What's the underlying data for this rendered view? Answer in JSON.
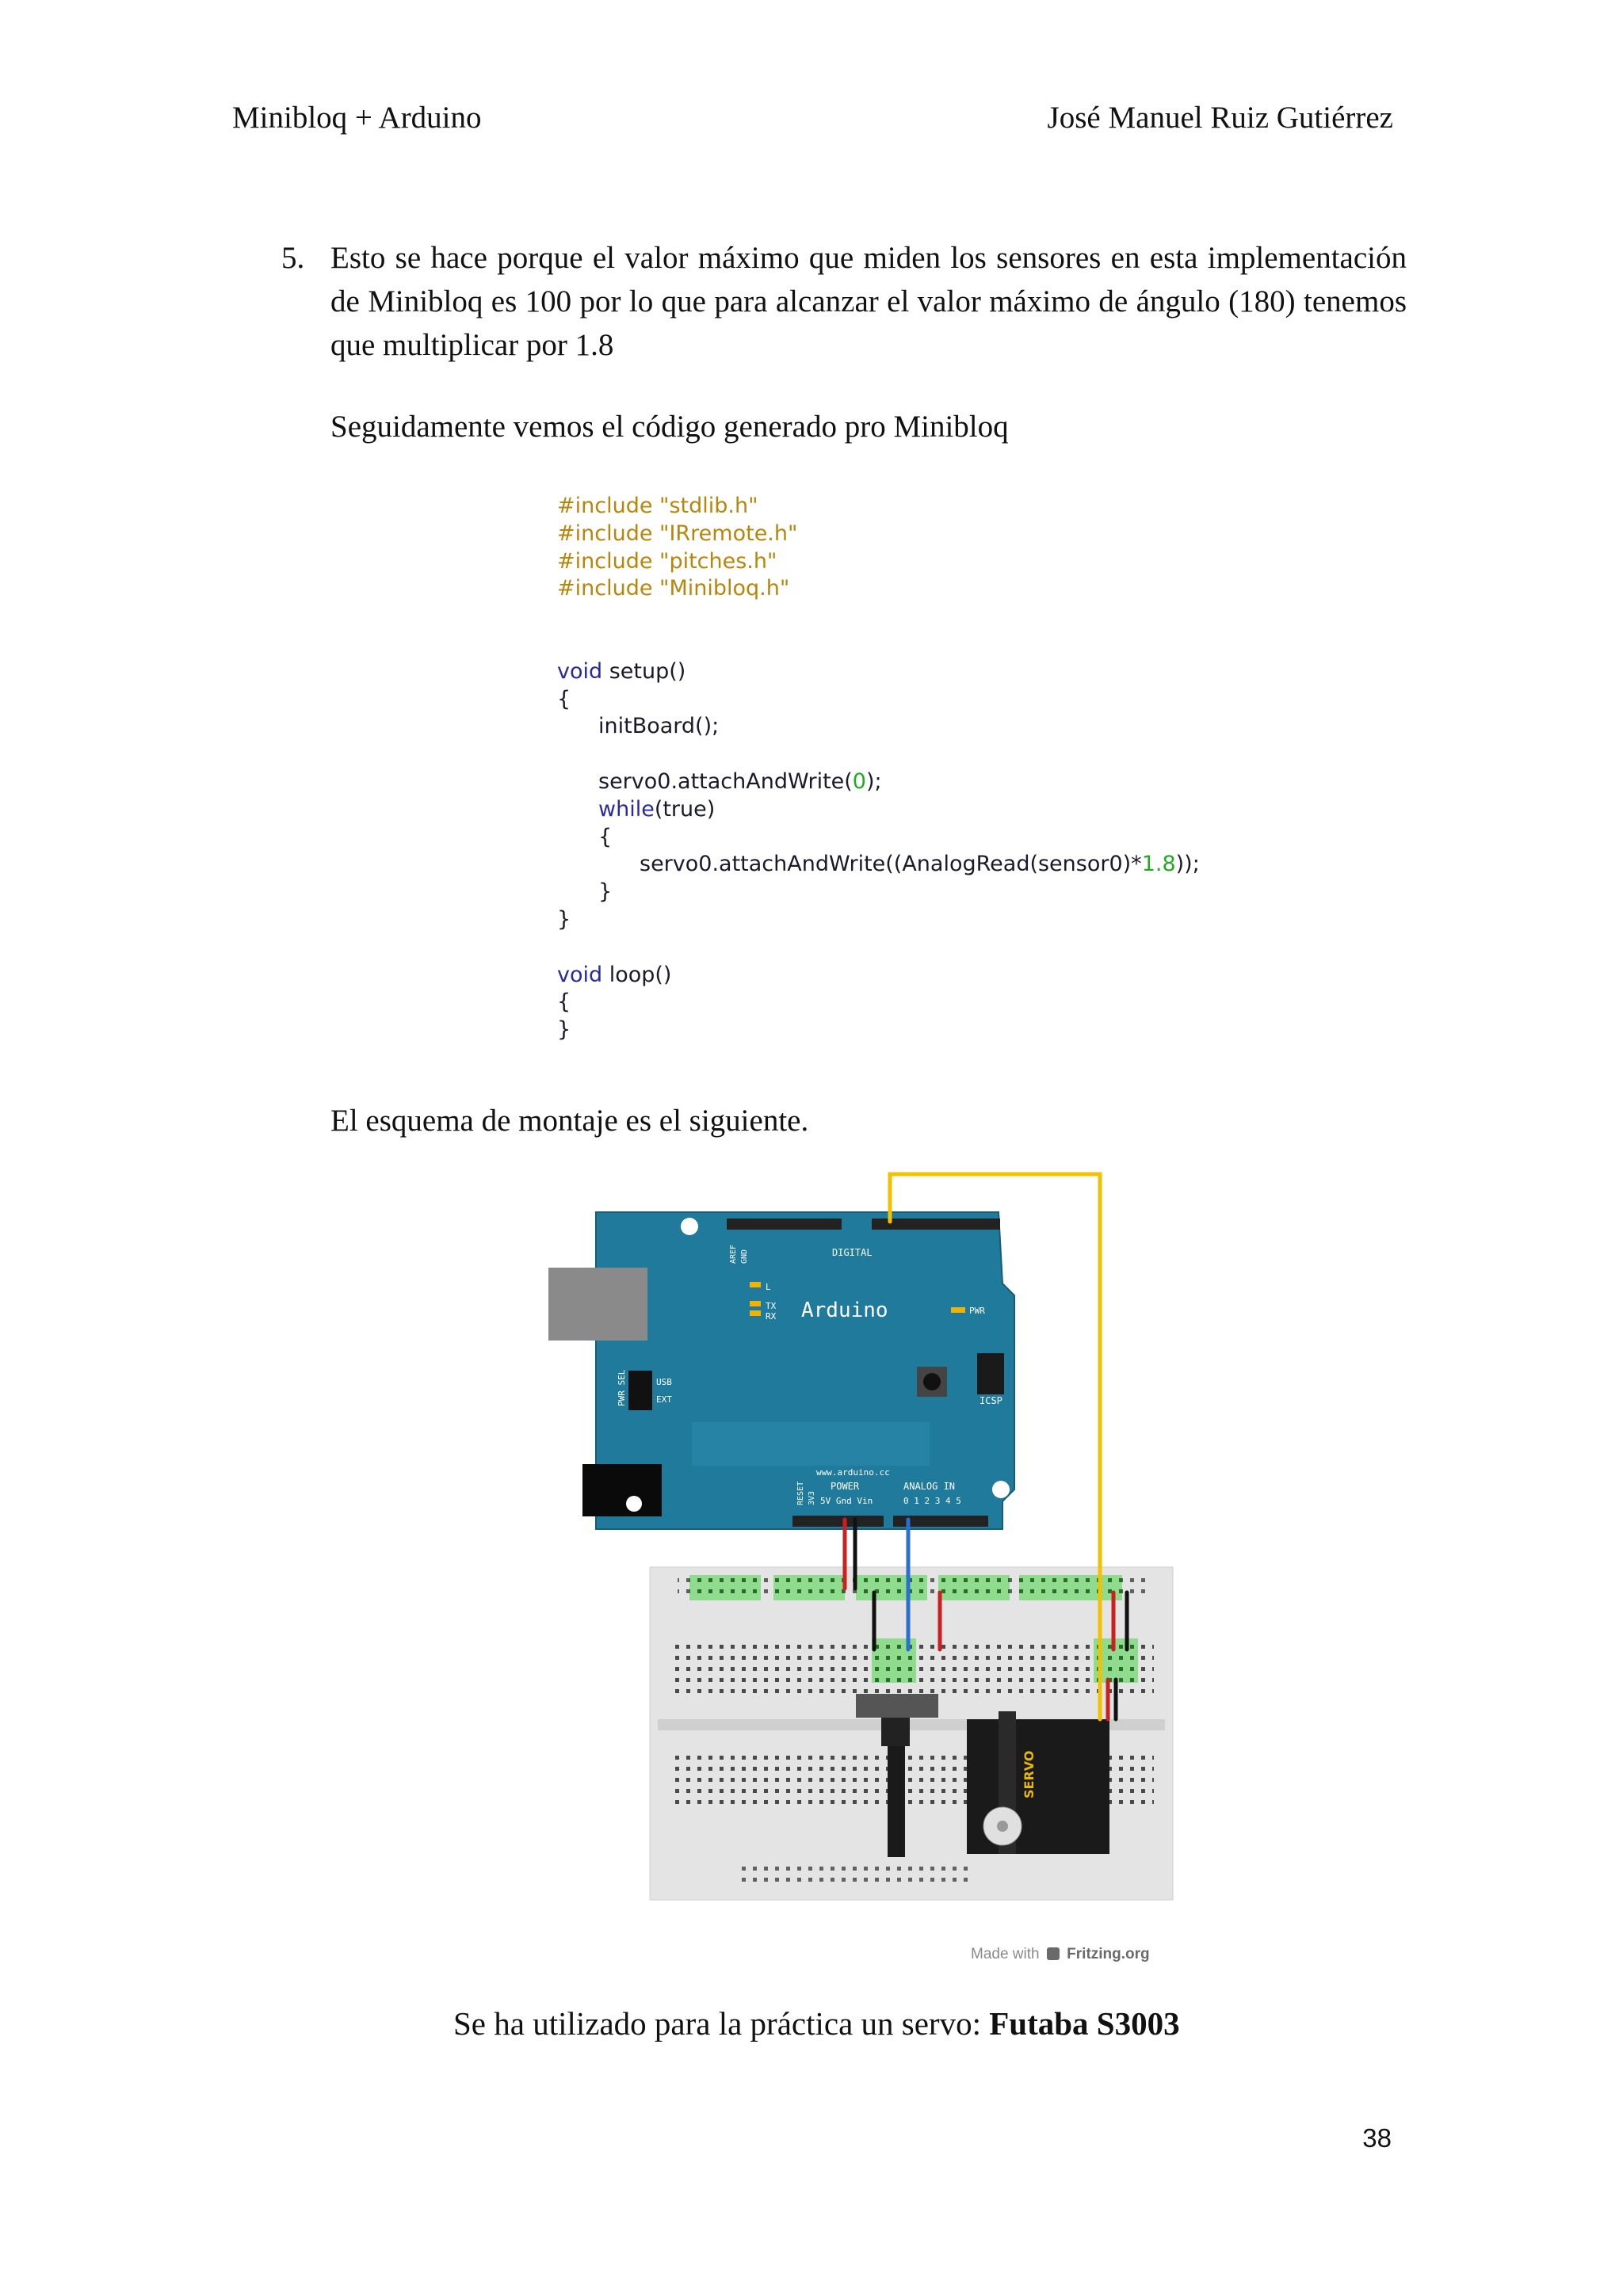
{
  "header": {
    "left": "Minibloq + Arduino",
    "right": "José Manuel Ruiz Gutiérrez"
  },
  "list_item": {
    "number": "5.",
    "text": "Esto se hace porque el valor máximo que miden los sensores en esta implementación de Minibloq es 100 por lo que para alcanzar el valor máximo de ángulo (180) tenemos que multiplicar por 1.8"
  },
  "para_code_intro": "Seguidamente vemos el código generado pro Minibloq",
  "code": {
    "include1": "#include \"stdlib.h\"",
    "include2": "#include \"IRremote.h\"",
    "include3": "#include \"pitches.h\"",
    "include4": "#include \"Minibloq.h\"",
    "void_kw": "void",
    "setup_sig": " setup()",
    "open_brace": "{",
    "close_brace": "}",
    "init_board": "initBoard();",
    "servo_attach_a": "servo0.attachAndWrite(",
    "servo_attach_zero": "0",
    "servo_attach_b": ");",
    "while_kw": "while",
    "while_arg": "(true)",
    "servo_loop_a": "servo0.attachAndWrite((AnalogRead(sensor0)*",
    "servo_loop_num": "1.8",
    "servo_loop_b": "));",
    "loop_sig": " loop()"
  },
  "para_schematic": "El esquema de montaje es el siguiente.",
  "figure": {
    "board_name": "Arduino",
    "board_url": "www.arduino.cc",
    "digital_label": "DIGITAL",
    "power_label": "POWER",
    "analog_label": "ANALOG IN",
    "icsp_label": "ICSP",
    "usb_label": "USB",
    "ext_label": "EXT",
    "pwr_sel_label": "PWR SEL",
    "tx_label": "TX",
    "rx_label": "RX",
    "l_label": "L",
    "pwr_label": "PWR",
    "aref_label": "AREF",
    "gnd_label": "GND",
    "reset_label": "RESET",
    "v33_label": "3V3",
    "power_pins": "5V Gnd Vin",
    "analog_pins": "0 1 2 3 4 5",
    "servo_label": "SERVO",
    "credit_prefix": "Made with",
    "credit_brand": "Fritzing.org",
    "colors": {
      "board": "#1f7a9c",
      "breadboard": "#e4e4e4",
      "wire_yellow": "#f2c200",
      "wire_red": "#cc1f1f",
      "wire_black": "#111111",
      "wire_blue": "#2b6fd0",
      "strip_green": "#7bd17b"
    }
  },
  "caption": {
    "prefix": "Se ha utilizado para la práctica un servo: ",
    "bold": "Futaba S3003"
  },
  "page_number": "38"
}
